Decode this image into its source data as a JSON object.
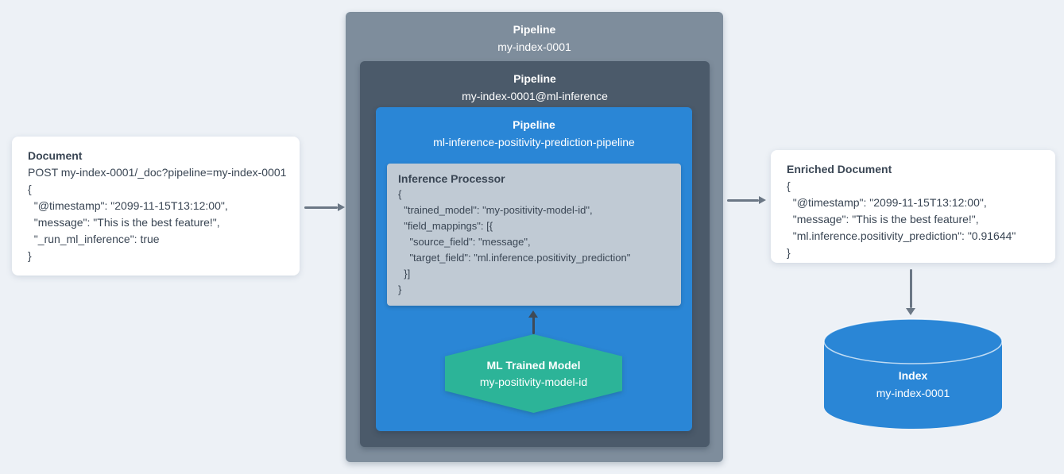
{
  "document_card": {
    "title": "Document",
    "lines": [
      "POST my-index-0001/_doc?pipeline=my-index-0001",
      "{",
      "  \"@timestamp\": \"2099-11-15T13:12:00\",",
      "  \"message\": \"This is the best feature!\",",
      "  \"_run_ml_inference\": true",
      "}"
    ]
  },
  "outer_pipeline": {
    "title": "Pipeline",
    "name": "my-index-0001"
  },
  "ml_inference_pipeline": {
    "title": "Pipeline",
    "name": "my-index-0001@ml-inference"
  },
  "prediction_pipeline": {
    "title": "Pipeline",
    "name": "ml-inference-positivity-prediction-pipeline"
  },
  "inference_processor": {
    "title": "Inference Processor",
    "lines": [
      "{",
      "  \"trained_model\": \"my-positivity-model-id\",",
      "  \"field_mappings\": [{",
      "    \"source_field\": \"message\",",
      "    \"target_field\": \"ml.inference.positivity_prediction\"",
      "  }]",
      "}"
    ]
  },
  "ml_trained_model": {
    "title": "ML Trained Model",
    "name": "my-positivity-model-id"
  },
  "enriched_document": {
    "title": "Enriched Document",
    "lines": [
      "{",
      "  \"@timestamp\": \"2099-11-15T13:12:00\",",
      "  \"message\": \"This is the best feature!\",",
      "  \"ml.inference.positivity_prediction\": \"0.91644\"",
      "}"
    ]
  },
  "index": {
    "title": "Index",
    "name": "my-index-0001"
  },
  "colors": {
    "background": "#edf1f6",
    "outer_box": "#7e8d9c",
    "mid_box": "#4b5a6a",
    "blue_box": "#2a86d6",
    "processor_box": "#c0cad4",
    "hexagon": "#2cb498",
    "cylinder": "#2a86d6",
    "arrow_grey": "#6b7785",
    "arrow_dark": "#3f4a56",
    "text_dark": "#3a4654",
    "text_light": "#ffffff"
  }
}
